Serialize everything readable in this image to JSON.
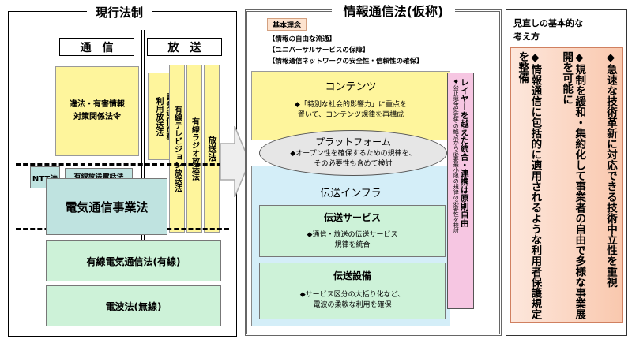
{
  "current_law": {
    "title": "現行法制",
    "tsushin_label": "通　信",
    "hoso_label": "放　送",
    "illegal_info": "違法・有害情報\n対策関係法令",
    "denki_riyou": "電気通信役務\n利用放送法",
    "yusen_tv": "有線テレビジョン放送法",
    "yusen_radio": "有線ラジオ放送法",
    "hosoho": "放送法",
    "ntt": "NTT法",
    "yusen_hoso_denwa": "有線放送電話法",
    "denki_jigyou": "電気通信事業法",
    "yusen_denki": "有線電気通信法(有線)",
    "denpa": "電波法(無線)"
  },
  "new_law": {
    "title": "情報通信法(仮称)",
    "kihon_label": "基本理念",
    "principles": [
      "【情報の自由な流通】",
      "【ユニバーサルサービスの保障】",
      "【情報通信ネットワークの安全性・信頼性の確保】"
    ],
    "contents_title": "コンテンツ",
    "contents_desc": "◆「特別な社会的影響力」に重点を\n置いて、コンテンツ規律を再構成",
    "platform_title": "プラットフォーム",
    "platform_desc": "◆オープン性を確保するための規律を、\nその必要性も含めて検討",
    "infra_title": "伝送インフラ",
    "service_title": "伝送サービス",
    "service_desc": "◆通信・放送の伝送サービス\n規律を統合",
    "equipment_title": "伝送設備",
    "equipment_desc": "◆サービス区分の大括り化など、\n電波の柔軟な利用を確保",
    "layer_main": "レイヤーを越えた統合・連携は原則自由",
    "layer_sub": "◆公正競争促進等の観点から必要最小限の規律の必要性を検討"
  },
  "review": {
    "title": "見直しの基本的な\n考え方",
    "items": [
      "◆急速な技術革新に対応できる技術中立性を重視",
      "◆規制を緩和・集約化して事業者の自由で多様な事業展開を可能に",
      "◆情報通信に包括的に適用されるような利用者保護規定を整備"
    ]
  },
  "colors": {
    "yellow": "#fef59c",
    "teal": "#bfe3e0",
    "green": "#cdf2d8",
    "light_blue": "#d4eef8",
    "pink": "#f6c6e2",
    "peach": "#f9c8ae"
  }
}
